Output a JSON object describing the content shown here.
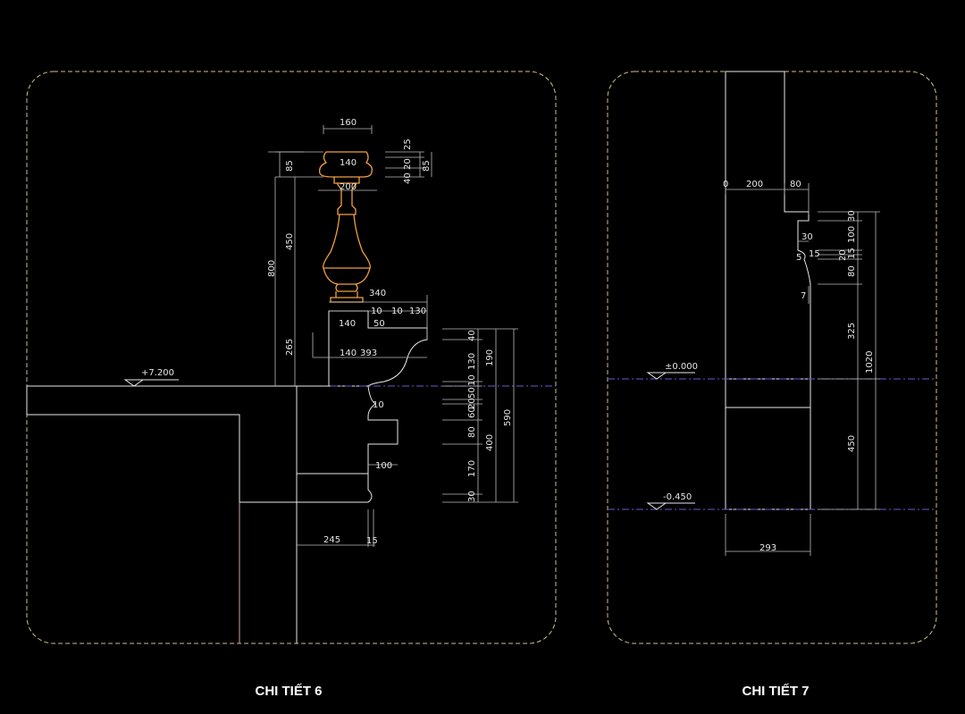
{
  "colors": {
    "background": "#000000",
    "lines": "#e8e8e8",
    "baluster": "#f0a040",
    "frame": "#cfc08a",
    "level_line": "#6a5acd"
  },
  "detail6": {
    "title": "CHI TIẾT 6",
    "level": "+7.200",
    "dims": [
      "160",
      "140",
      "85",
      "25",
      "20",
      "40",
      "85",
      "200",
      "450",
      "800",
      "340",
      "10",
      "10",
      "130",
      "140",
      "50",
      "265",
      "140",
      "393",
      "40",
      "130",
      "10",
      "190",
      "50",
      "10",
      "20",
      "60",
      "80",
      "400",
      "590",
      "170",
      "100",
      "30",
      "245",
      "15"
    ]
  },
  "detail7": {
    "title": "CHI TIẾT 7",
    "level_top": "±0.000",
    "level_bottom": "-0.450",
    "dims": [
      "0",
      "200",
      "80",
      "30",
      "100",
      "30",
      "15",
      "5",
      "15",
      "20",
      "80",
      "7",
      "325",
      "1020",
      "450",
      "293"
    ]
  }
}
